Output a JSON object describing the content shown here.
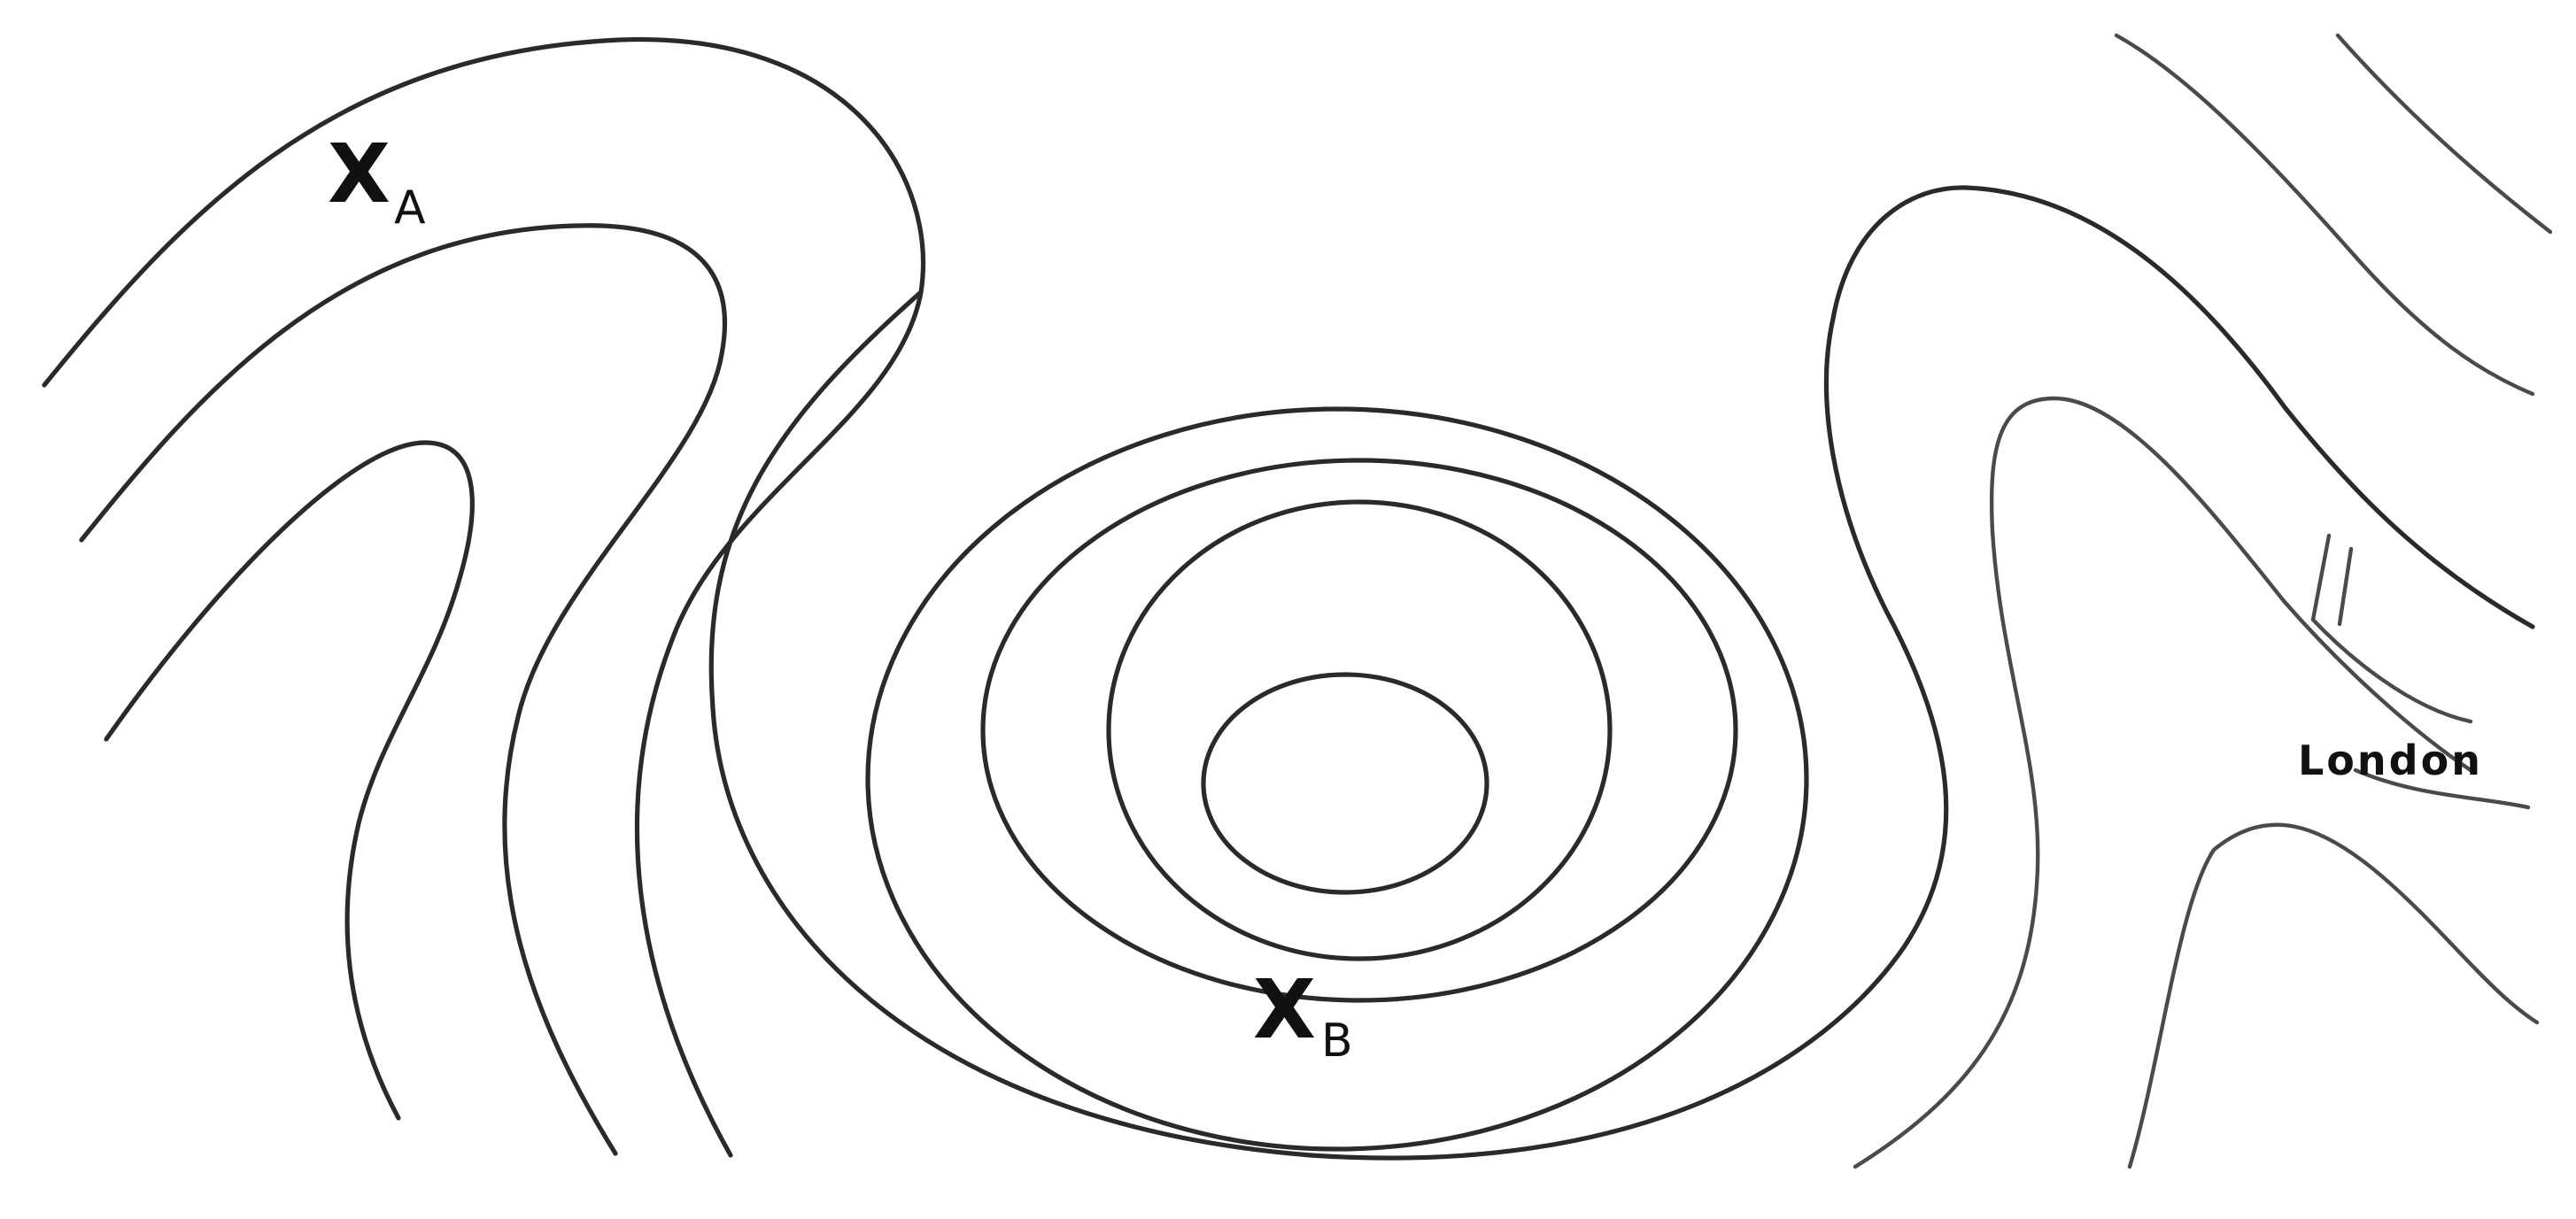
{
  "map": {
    "points": [
      {
        "id": "A",
        "marker": "X",
        "label": "A"
      },
      {
        "id": "B",
        "marker": "X",
        "label": "B"
      }
    ],
    "places": [
      {
        "name": "London"
      }
    ]
  }
}
